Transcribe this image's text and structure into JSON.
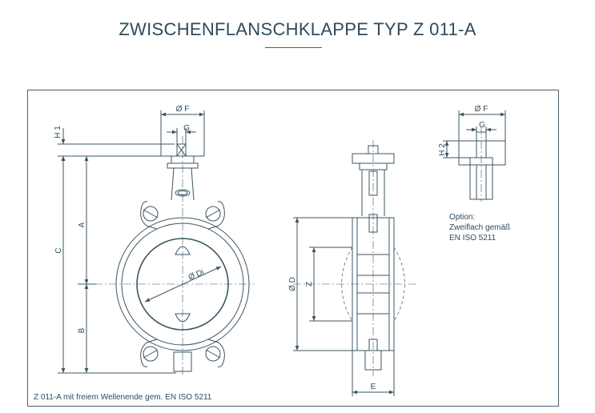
{
  "title": "ZWISCHENFLANSCHKLAPPE TYP Z 011-A",
  "dimensions": {
    "phi_f": "Ø F",
    "g": "G",
    "h1": "H 1",
    "c": "C",
    "a": "A",
    "b": "B",
    "phi_di": "Ø Di",
    "phi_d": "Ø D",
    "z": "Z",
    "e": "E",
    "phi_f_detail": "Ø F",
    "g_detail": "G",
    "h2": "H 2"
  },
  "option_note": [
    "Option:",
    "Zweiflach gemäß",
    "EN ISO 5211"
  ],
  "caption": "Z 011-A mit freiem Wellenende gem. EN ISO 5211",
  "colors": {
    "line": "#3c5563",
    "dim": "#2d4a5c",
    "fill": "#f2f4f5"
  }
}
